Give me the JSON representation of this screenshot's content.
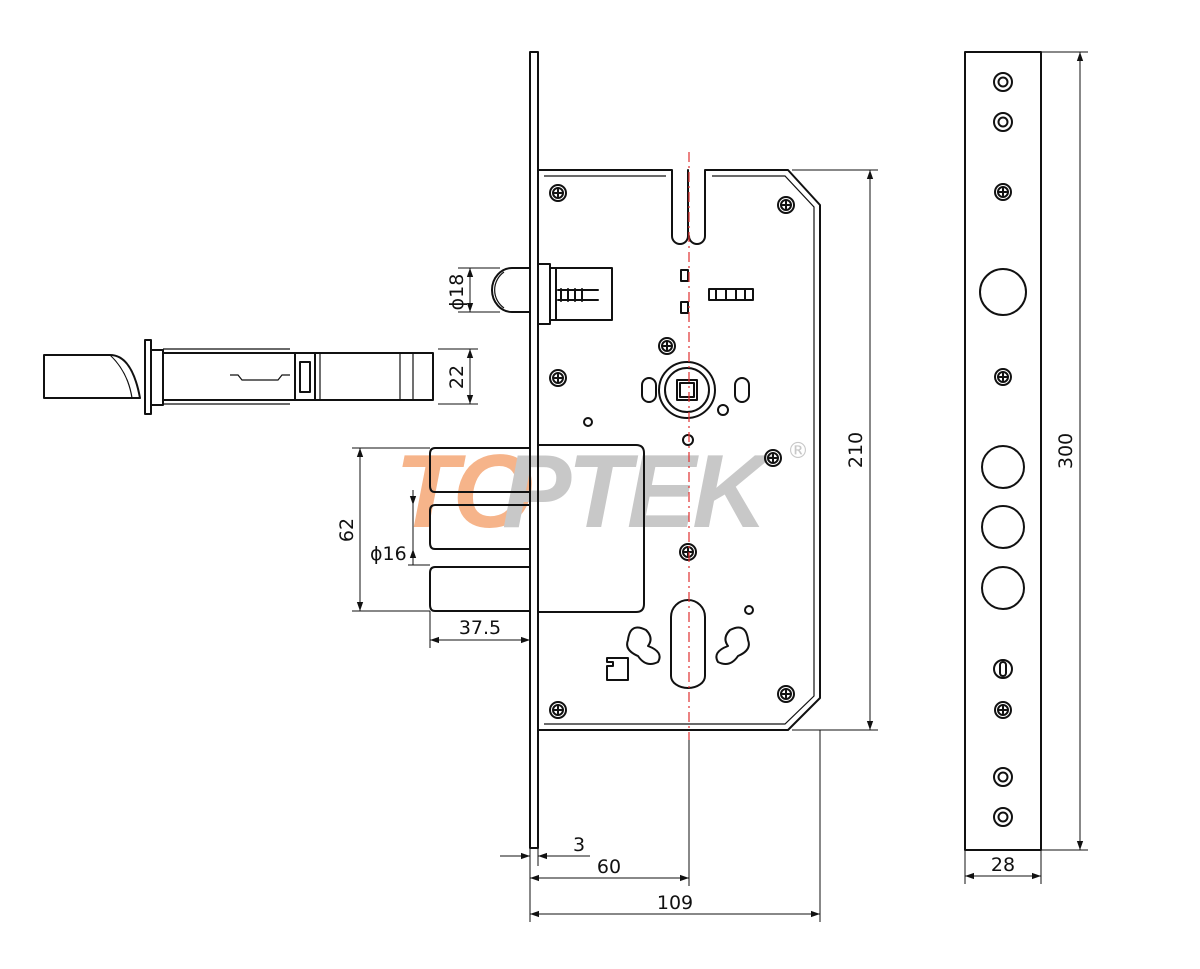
{
  "watermark": {
    "text_accent": "TO",
    "text_rest": "PTEK",
    "registered": "®",
    "gray": "#c8c8c8",
    "accent": "#f6b48a"
  },
  "colors": {
    "line": "#111111",
    "center_axis": "#e03030"
  },
  "dimensions": {
    "latch_bolt_diameter": "ϕ18",
    "latch_height": "22",
    "deadbolt_span": "62",
    "deadbolt_diameter": "ϕ16",
    "deadbolt_throw": "37.5",
    "case_height": "210",
    "faceplate_length": "300",
    "faceplate_width": "28",
    "faceplate_thickness": "3",
    "backset": "60",
    "case_depth": "109"
  }
}
